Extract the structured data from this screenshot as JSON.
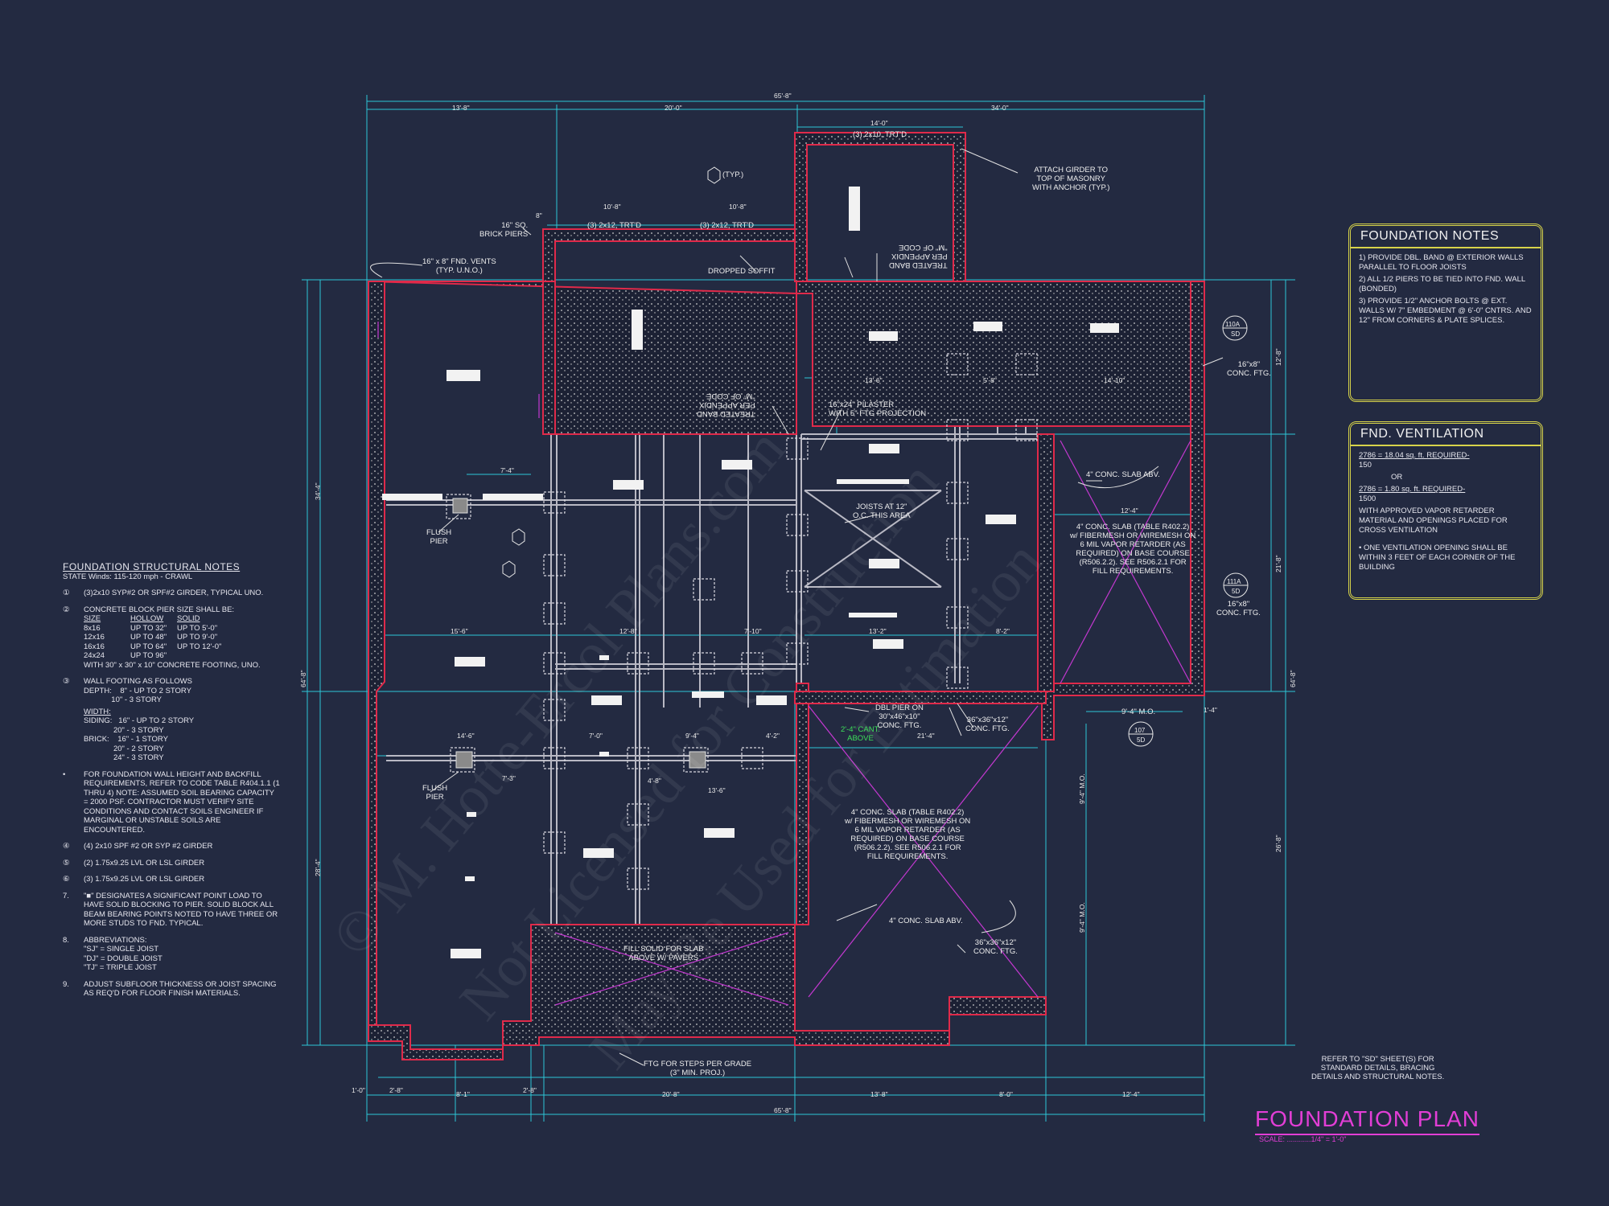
{
  "sheet": {
    "title": "FOUNDATION PLAN",
    "scale": "SCALE: ............1/4\" = 1'-0\"",
    "reference_note": "REFER TO \"SD\" SHEET(S) FOR\nSTANDARD DETAILS, BRACING\nDETAILS AND STRUCTURAL NOTES.",
    "watermark_1": "© M. Hotte-Ercol Plans.com",
    "watermark_2": "Not Licensed for Construction",
    "watermark_3": "May Be Used for Estimation"
  },
  "foundation_notes": {
    "title": "FOUNDATION NOTES",
    "items": [
      "1) PROVIDE DBL. BAND @ EXTERIOR WALLS PARALLEL TO FLOOR JOISTS",
      "2) ALL 1/2 PIERS TO BE TIED INTO FND. WALL (BONDED)",
      "3) PROVIDE 1/2\" ANCHOR BOLTS @ EXT. WALLS W/ 7\" EMBEDMENT @ 6'-0\" CNTRS. AND 12\" FROM CORNERS & PLATE SPLICES."
    ]
  },
  "ventilation": {
    "title": "FND. VENTILATION",
    "items": [
      "2786 = 18.04 sq. ft. REQUIRED-",
      "150",
      "OR",
      "2786 = 1.80 sq. ft. REQUIRED-",
      "1500",
      "WITH APPROVED VAPOR RETARDER MATERIAL AND OPENINGS PLACED FOR CROSS VENTILATION",
      "• ONE VENTILATION OPENING SHALL BE WITHIN 3 FEET OF EACH CORNER OF THE BUILDING"
    ]
  },
  "structural_notes": {
    "title": "FOUNDATION STRUCTURAL NOTES",
    "subtitle": "STATE Winds: 115-120 mph - CRAWL",
    "n1": "(3)2x10 SYP#2 OR SPF#2 GIRDER, TYPICAL UNO.",
    "n2": "CONCRETE BLOCK PIER SIZE SHALL BE:",
    "pier_header": [
      "SIZE",
      "HOLLOW",
      "SOLID"
    ],
    "pier_rows": [
      [
        "8x16",
        "UP TO 32\"",
        "UP TO 5'-0\""
      ],
      [
        "12x16",
        "UP TO 48\"",
        "UP TO 9'-0\""
      ],
      [
        "16x16",
        "UP TO 64\"",
        "UP TO 12'-0\""
      ],
      [
        "24x24",
        "UP TO 96\"",
        ""
      ]
    ],
    "pier_note": "WITH 30\" x 30\" x 10\" CONCRETE FOOTING, UNO.",
    "n3": "WALL FOOTING AS FOLLOWS",
    "depth": "DEPTH:    8\" - UP TO 2 STORY\n             10\" - 3 STORY",
    "width": "WIDTH:",
    "siding": "SIDING:   16\" - UP TO 2 STORY\n              20\" - 3 STORY",
    "brick": "BRICK:    16\" - 1 STORY\n              20\" - 2 STORY\n              24\" - 3 STORY",
    "n_backfill": "FOR FOUNDATION WALL HEIGHT AND BACKFILL REQUIREMENTS, REFER TO CODE TABLE R404.1.1 (1 THRU 4) NOTE: ASSUMED SOIL BEARING CAPACITY = 2000 PSF. CONTRACTOR MUST VERIFY SITE CONDITIONS AND CONTACT SOILS ENGINEER IF MARGINAL OR UNSTABLE SOILS ARE ENCOUNTERED.",
    "n4": "(4) 2x10 SPF #2 OR SYP #2 GIRDER",
    "n5": "(2) 1.75x9.25 LVL OR LSL GIRDER",
    "n6": "(3) 1.75x9.25 LVL OR LSL GIRDER",
    "n7": "\"■\" DESIGNATES A SIGNIFICANT POINT LOAD TO HAVE SOLID BLOCKING TO PIER. SOLID BLOCK ALL BEAM BEARING POINTS NOTED TO HAVE THREE OR MORE STUDS TO FND. TYPICAL.",
    "n8": "ABBREVIATIONS:",
    "abbr": [
      "\"SJ\" = SINGLE JOIST",
      "\"DJ\" = DOUBLE JOIST",
      "\"TJ\" = TRIPLE JOIST"
    ],
    "n9": "ADJUST SUBFLOOR THICKNESS OR JOIST SPACING AS REQ'D FOR FLOOR FINISH MATERIALS."
  },
  "plan_labels": {
    "girder_top": "(3) 2x10, TRT'D",
    "girder_left": "(3) 2x12, TRT'D",
    "girder_mid": "(3) 2x12, TRT'D",
    "typ": "(TYP.)",
    "brick_piers": "16\" SQ.\nBRICK PIERS",
    "vents": "16\" x 8\" FND. VENTS\n(TYP. U.N.O.)",
    "dropped_soffit": "DROPPED SOFFIT",
    "attach_girder": "ATTACH GIRDER TO\nTOP OF MASONRY\nWITH ANCHOR (TYP.)",
    "treated_band_1": "TREATED BAND\nPER APPENDIX\n\"M\" OF CODE",
    "treated_band_2": "TREATED BAND\nPER APPENDIX\n\"M\" OF CODE",
    "pilaster": "16\"x24\" PILASTER\nWITH 5\" FTG PROJECTION",
    "joists": "JOISTS AT 12\"\nO.C. THIS AREA",
    "flush_pier_1": "FLUSH\nPIER",
    "flush_pier_2": "FLUSH\nPIER",
    "slab_abv_1": "4\" CONC. SLAB ABV.",
    "slab_abv_2": "4\" CONC. SLAB ABV.",
    "slab_spec_1": "4\" CONC. SLAB (TABLE R402.2)\nw/ FIBERMESH OR WIREMESH ON\n6 MIL VAPOR RETARDER (AS\nREQUIRED) ON BASE COURSE\n(R506.2.2). SEE R506.2.1 FOR\nFILL REQUIREMENTS.",
    "slab_spec_2": "4\" CONC. SLAB (TABLE R402.2)\nw/ FIBERMESH OR WIREMESH ON\n6 MIL VAPOR RETARDER (AS\nREQUIRED) ON BASE COURSE\n(R506.2.2). SEE R506.2.1 FOR\nFILL REQUIREMENTS.",
    "dbl_pier": "DBL PIER ON\n30\"x46\"x10\"\nCONC. FTG.",
    "cant": "2'-4\" CANT.\nABOVE",
    "ftg_36_1": "36\"x36\"x12\"\nCONC. FTG.",
    "ftg_36_2": "36\"x36\"x12\"\nCONC. FTG.",
    "ftg_16x8_1": "16\"x8\"\nCONC. FTG.",
    "ftg_16x8_2": "16\"x8\"\nCONC. FTG.",
    "fill_solid": "FILL SOLID FOR SLAB\nABOVE W/ PAVERS",
    "ftg_steps": "FTG FOR STEPS PER GRADE\n(3\" MIN. PROJ.)",
    "mo_1": "9'-4\" M.O.",
    "mo_2": "9'-4\" M.O.",
    "mo_3": "9'-4\" M.O.",
    "tag_110a": "110A",
    "tag_111a": "111A",
    "tag_107": "107",
    "tag_sd": "SD",
    "tag_5d": "5D"
  },
  "dimensions": {
    "top_overall": "65'-8\"",
    "top_1": "13'-8\"",
    "top_2": "20'-0\"",
    "top_3": "34'-0\"",
    "top_porch": "14'-0\"",
    "top_a": "10'-8\"",
    "top_b": "10'-8\"",
    "bot_overall": "65'-8\"",
    "bot_1": "1'-0\"",
    "bot_2": "2'-8\"",
    "bot_3": "8'-1\"",
    "bot_4": "2'-8\"",
    "bot_5": "20'-8\"",
    "bot_6": "13'-8\"",
    "bot_7": "8'-0\"",
    "bot_8": "12'-4\"",
    "left_overall": "64'-8\"",
    "left_1": "34'-4\"",
    "left_2": "28'-4\"",
    "right_overall": "64'-8\"",
    "right_1": "12'-8\"",
    "right_2": "21'-8\"",
    "right_3": "26'-8\"",
    "d_7_4": "7'-4\"",
    "d_15_6": "15'-6\"",
    "d_12_8": "12'-8\"",
    "d_7_10": "7'-10\"",
    "d_14_6": "14'-6\"",
    "d_7_0": "7'-0\"",
    "d_9_4": "9'-4\"",
    "d_4_2": "4'-2\"",
    "d_7_3": "7'-3\"",
    "d_4_8": "4'-8\"",
    "d_13_6": "13'-6\"",
    "d_13_6b": "13'-6\"",
    "d_5_8": "5'-8\"",
    "d_14_10": "14'-10\"",
    "d_13_2": "13'-2\"",
    "d_8_2": "8'-2\"",
    "d_12_4": "12'-4\"",
    "d_21_4": "21'-4\"",
    "d_9_4mo": "9'-4\" M.O.",
    "d_1_4": "1'-4\"",
    "d_8": "8\""
  }
}
